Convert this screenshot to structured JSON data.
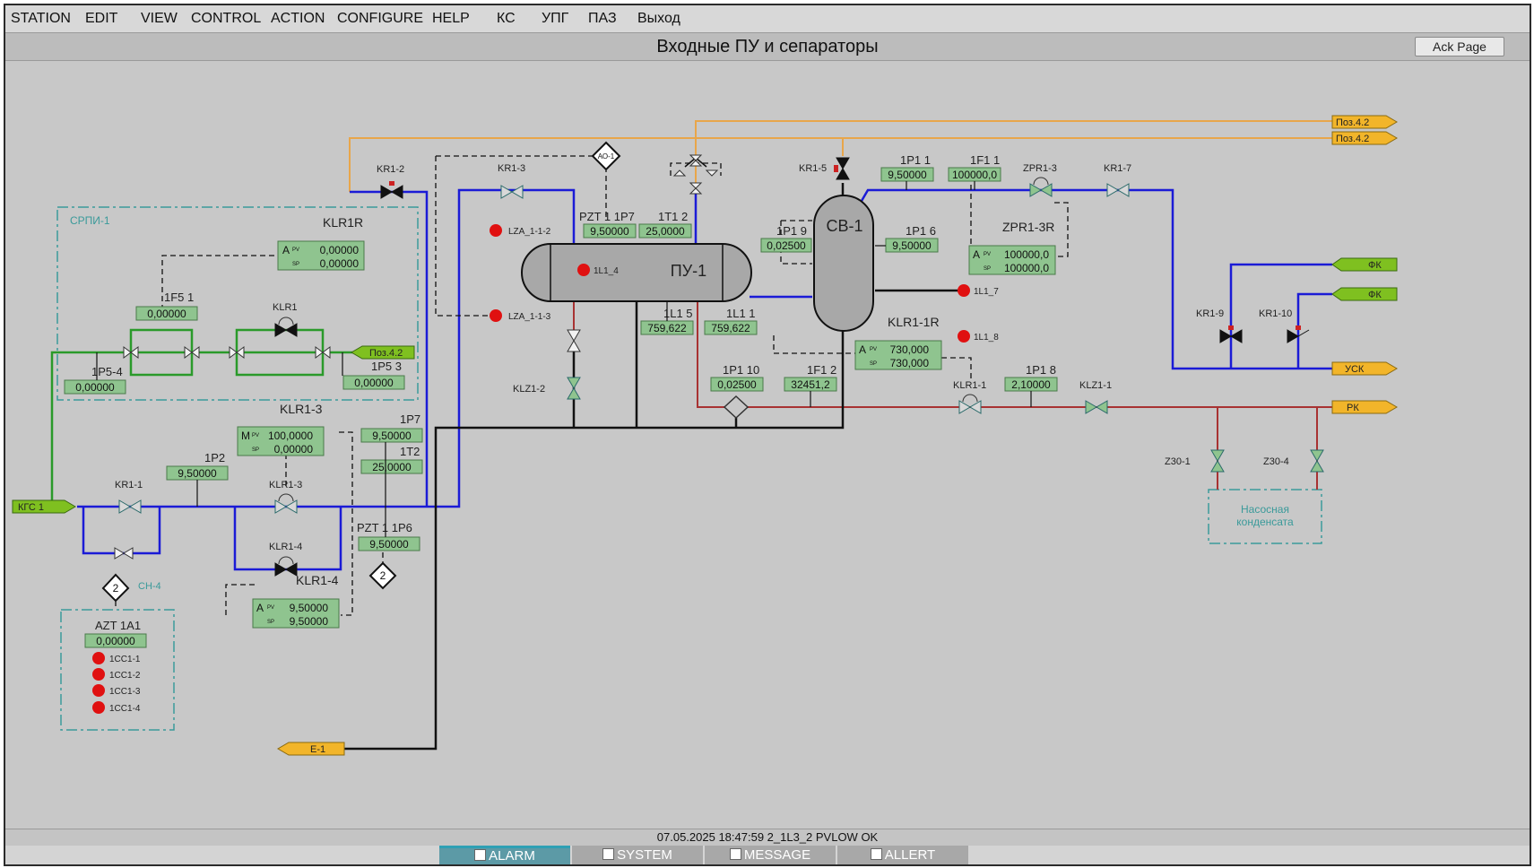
{
  "menu": [
    "STATION",
    "EDIT",
    "VIEW",
    "CONTROL",
    "ACTION",
    "CONFIGURE",
    "HELP",
    "КС",
    "УПГ",
    "ПАЗ",
    "Выход"
  ],
  "header": {
    "title": "Входные ПУ и сепараторы",
    "ack_label": "Ack Page"
  },
  "vessels": {
    "pu1": "ПУ-1",
    "sv1": "СВ-1"
  },
  "groups": {
    "srpi": "СРПИ-1",
    "pump": [
      "Насосная",
      "конденсата"
    ],
    "ch4": "СН-4"
  },
  "streams": {
    "poz1": "Поз.4.2",
    "poz2": "Поз.4.2",
    "poz_left": "Поз.4.2",
    "fk1": "ФК",
    "fk2": "ФК",
    "usk": "УСК",
    "rk": "РК",
    "kgs": "КГС 1",
    "e1": "Е-1"
  },
  "tags": {
    "klr1r": "KLR1R",
    "klr1": "KLR1",
    "f5_1": "1F5 1",
    "p5_4": "1P5-4",
    "p5_3": "1P5 3",
    "kr1_2": "KR1-2",
    "kr1_3_top": "KR1-3",
    "kr1_5": "KR1-5",
    "kr1_7": "KR1-7",
    "zpr1_3": "ZPR1-3",
    "zpr1_3r": "ZPR1-3R",
    "p1_1": "1P1 1",
    "f1_1": "1F1 1",
    "p1_9": "1P1 9",
    "p1_6": "1P1 6",
    "pzt1_1p7": "PZT 1 1P7",
    "t1_2": "1T1 2",
    "l1_5": "1L1 5",
    "l1_1": "1L1 1",
    "klr1_1r": "KLR1-1R",
    "p1_10": "1P1 10",
    "f1_2": "1F1 2",
    "p1_8": "1P1 8",
    "klr1_1": "KLR1-1",
    "klz1_1": "KLZ1-1",
    "klz1_2": "KLZ1-2",
    "kr1_9": "KR1-9",
    "kr1_10": "KR1-10",
    "z30_1": "Z30-1",
    "z30_4": "Z30-4",
    "klr1_3_title": "KLR1-3",
    "klr1_3": "KLR1-3",
    "p7": "1P7",
    "t2": "1T2",
    "p2": "1P2",
    "kr1_1": "KR1-1",
    "klr1_4": "KLR1-4",
    "klr1_4_title": "KLR1-4",
    "pzt1_1p6": "PZT 1 1P6",
    "azt1a1": "AZT 1A1"
  },
  "values": {
    "f5_1": "0,00000",
    "p5_4": "0,00000",
    "p5_3": "0,00000",
    "p1_1": "9,50000",
    "f1_1": "100000,0",
    "p1_9": "0,02500",
    "p1_6": "9,50000",
    "pzt1_1p7": "9,50000",
    "t1_2": "25,0000",
    "l1_5": "759,622",
    "l1_1": "759,622",
    "p1_10": "0,02500",
    "f1_2": "32451,2",
    "p1_8": "2,10000",
    "p7": "9,50000",
    "t2": "25,0000",
    "p2": "9,50000",
    "pzt1_1p6": "9,50000",
    "azt1a1": "0,00000"
  },
  "controllers": {
    "klr1r": {
      "mode": "A",
      "pv": "0,00000",
      "sp": "0,00000"
    },
    "zpr1_3r": {
      "mode": "A",
      "pv": "100000,0",
      "sp": "100000,0"
    },
    "klr1_1r": {
      "mode": "A",
      "pv": "730,000",
      "sp": "730,000"
    },
    "klr1_3": {
      "mode": "M",
      "pv": "100,0000",
      "sp": "0,00000"
    },
    "klr1_4": {
      "mode": "A",
      "pv": "9,50000",
      "sp": "9,50000"
    }
  },
  "alarms": {
    "lza_1_1_2": "LZA_1-1-2",
    "lza_1_1_3": "LZA_1-1-3",
    "l1_4": "1L1_4",
    "l1_7": "1L1_7",
    "l1_8": "1L1_8",
    "cc": [
      "1CC1-1",
      "1CC1-2",
      "1CC1-3",
      "1CC1-4"
    ]
  },
  "diamonds": {
    "ao": "АО-1",
    "d1": "2",
    "d2": "2"
  },
  "status_message": "07.05.2025 18:47:59  2_1L3_2 PVLOW OK",
  "tabs": [
    "ALARM",
    "SYSTEM",
    "MESSAGE",
    "ALLERT"
  ],
  "colors": {
    "blue": "#1b1bd6",
    "orange": "#e8a64a",
    "red": "#a83232",
    "green": "#2a9a2a",
    "teal": "#3a9a9a",
    "readout": "#8fc48f",
    "tab_active": "#4a8fa0"
  }
}
